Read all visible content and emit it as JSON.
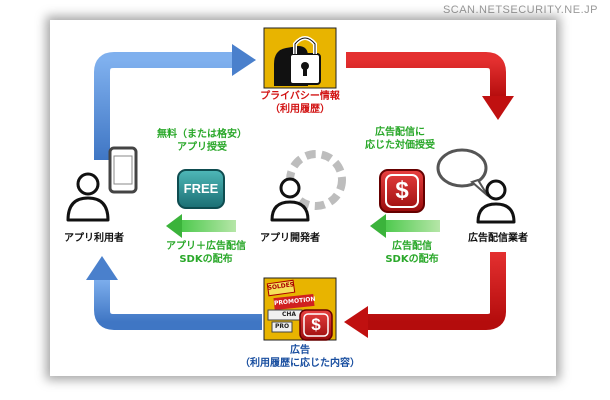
{
  "watermark": "SCAN.NETSECURITY.NE.JP",
  "diagram": {
    "privacy_label_line1": "プライバシー情報",
    "privacy_label_line2": "（利用履歴）",
    "free_label_line1": "無料（または格安）",
    "free_label_line2": "アプリ授受",
    "paid_label_line1": "広告配信に",
    "paid_label_line2": "応じた対価授受",
    "user_label": "アプリ利用者",
    "developer_label": "アプリ開発者",
    "ad_distributor_label": "広告配信業者",
    "app_sdk_label_line1": "アプリ＋広告配信",
    "app_sdk_label_line2": "SDKの配布",
    "sdk_label_line1": "広告配信",
    "sdk_label_line2": "SDKの配布",
    "ad_label_line1": "広告",
    "ad_label_line2": "（利用履歴に応じた内容）",
    "free_badge": "FREE",
    "dollar_symbol": "$",
    "ad_tags": [
      "SOLDES",
      "PROMOTION",
      "CHA",
      "PRO"
    ]
  },
  "colors": {
    "blue_arrow": "#5b8fd6",
    "red_arrow": "#d21414",
    "green_arrow": "#3bb33b",
    "free_badge": "#2a8a8a",
    "dollar_badge": "#c21616",
    "gold_tile": "#e8b400"
  }
}
